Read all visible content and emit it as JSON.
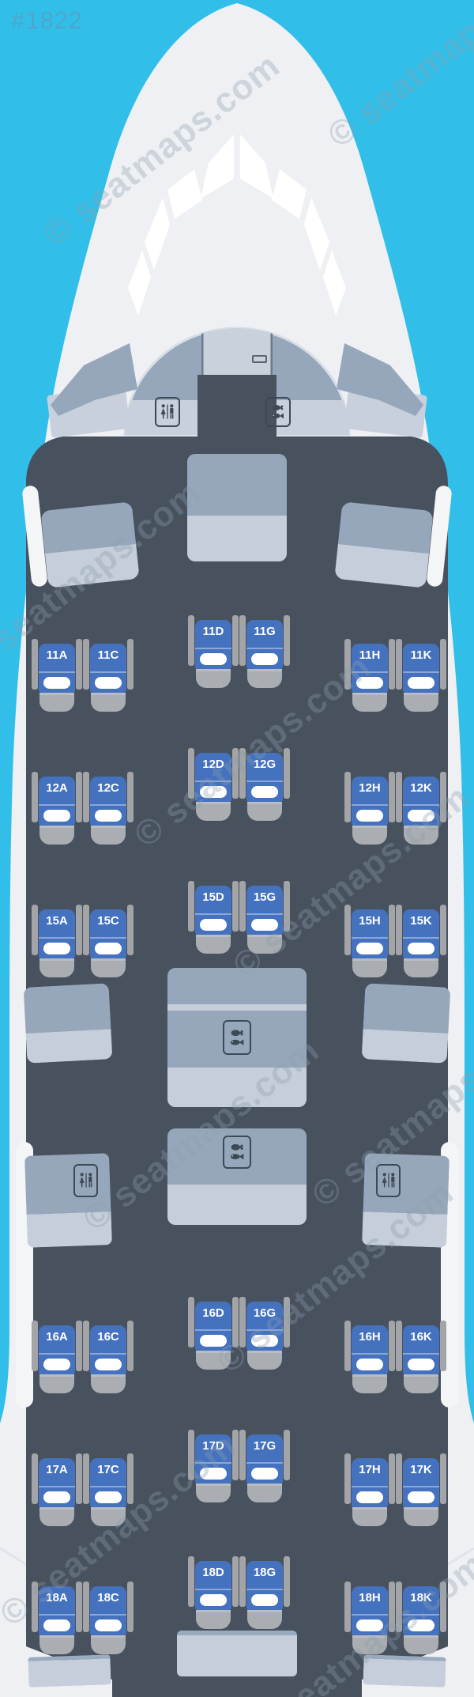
{
  "page": {
    "ref": "#1822",
    "watermark": "© seatmaps.com"
  },
  "colors": {
    "background": "#31BFEA",
    "fuselage": "#EEF0F3",
    "cabin_floor": "#48515E",
    "seat_blue": "#4472BF",
    "seat_base_gray": "#AAADB1",
    "armrest_gray": "#A2A4A8",
    "panel_dark": "#96A7BC",
    "panel_light": "#C5CEDA",
    "icon_ink": "#3E4956",
    "pillow_white": "#FFFFFF"
  },
  "icons": {
    "lavatory": "restroom-woman-man-figures",
    "galley": "poultry-and-fish-food"
  },
  "rows": [
    {
      "id": "11",
      "left": [
        "11A",
        "11C"
      ],
      "center": [
        "11D",
        "11G"
      ],
      "right": [
        "11H",
        "11K"
      ]
    },
    {
      "id": "12",
      "left": [
        "12A",
        "12C"
      ],
      "center": [
        "12D",
        "12G"
      ],
      "right": [
        "12H",
        "12K"
      ]
    },
    {
      "id": "15",
      "left": [
        "15A",
        "15C"
      ],
      "center": [
        "15D",
        "15G"
      ],
      "right": [
        "15H",
        "15K"
      ]
    },
    {
      "id": "16",
      "left": [
        "16A",
        "16C"
      ],
      "center": [
        "16D",
        "16G"
      ],
      "right": [
        "16H",
        "16K"
      ]
    },
    {
      "id": "17",
      "left": [
        "17A",
        "17C"
      ],
      "center": [
        "17D",
        "17G"
      ],
      "right": [
        "17H",
        "17K"
      ]
    },
    {
      "id": "18",
      "left": [
        "18A",
        "18C"
      ],
      "center": [
        "18D",
        "18G"
      ],
      "right": [
        "18H",
        "18K"
      ]
    }
  ]
}
